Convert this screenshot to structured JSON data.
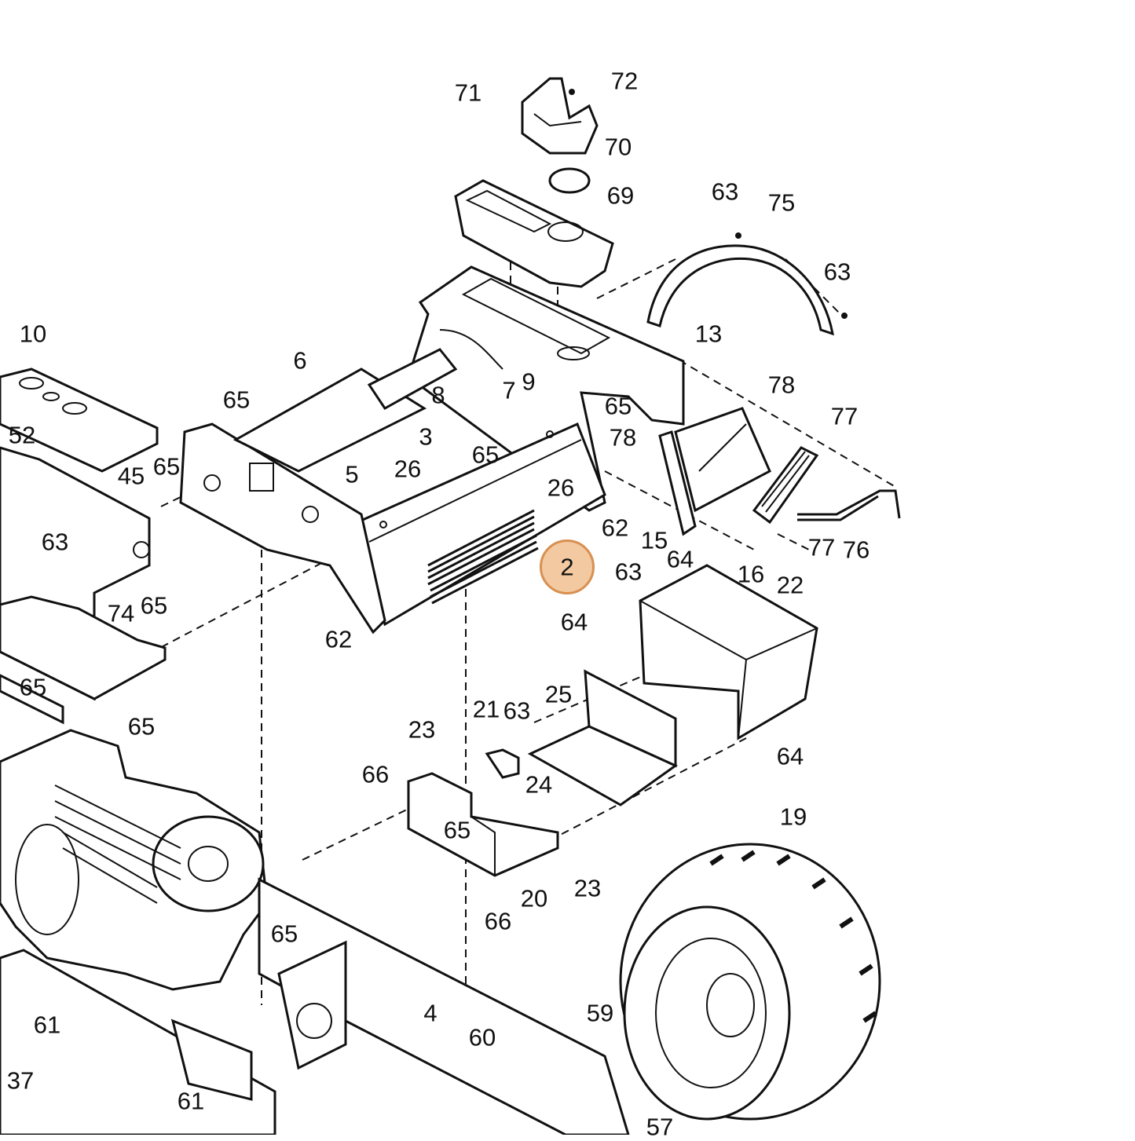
{
  "highlight": {
    "number": "2",
    "color": "#f2c9a0",
    "border": "#d89050"
  },
  "callouts": [
    {
      "id": "c71",
      "text": "71"
    },
    {
      "id": "c72",
      "text": "72"
    },
    {
      "id": "c70",
      "text": "70"
    },
    {
      "id": "c69",
      "text": "69"
    },
    {
      "id": "c63a",
      "text": "63"
    },
    {
      "id": "c75",
      "text": "75"
    },
    {
      "id": "c63b",
      "text": "63"
    },
    {
      "id": "c13",
      "text": "13"
    },
    {
      "id": "c10",
      "text": "10"
    },
    {
      "id": "c6",
      "text": "6"
    },
    {
      "id": "c8",
      "text": "8"
    },
    {
      "id": "c7",
      "text": "7"
    },
    {
      "id": "c9",
      "text": "9"
    },
    {
      "id": "c78a",
      "text": "78"
    },
    {
      "id": "c65a",
      "text": "65"
    },
    {
      "id": "c77a",
      "text": "77"
    },
    {
      "id": "c52",
      "text": "52"
    },
    {
      "id": "c65b",
      "text": "65"
    },
    {
      "id": "c3",
      "text": "3"
    },
    {
      "id": "c65c",
      "text": "65"
    },
    {
      "id": "c78b",
      "text": "78"
    },
    {
      "id": "c65d",
      "text": "65"
    },
    {
      "id": "c45",
      "text": "45"
    },
    {
      "id": "c5",
      "text": "5"
    },
    {
      "id": "c26a",
      "text": "26"
    },
    {
      "id": "c26b",
      "text": "26"
    },
    {
      "id": "c63c",
      "text": "63"
    },
    {
      "id": "c62a",
      "text": "62"
    },
    {
      "id": "c15",
      "text": "15"
    },
    {
      "id": "c64a",
      "text": "64"
    },
    {
      "id": "c77b",
      "text": "77"
    },
    {
      "id": "c76",
      "text": "76"
    },
    {
      "id": "c16",
      "text": "16"
    },
    {
      "id": "c22",
      "text": "22"
    },
    {
      "id": "c63d",
      "text": "63"
    },
    {
      "id": "c74",
      "text": "74"
    },
    {
      "id": "c65e",
      "text": "65"
    },
    {
      "id": "c64b",
      "text": "64"
    },
    {
      "id": "c62b",
      "text": "62"
    },
    {
      "id": "c65f",
      "text": "65"
    },
    {
      "id": "c65g",
      "text": "65"
    },
    {
      "id": "c25",
      "text": "25"
    },
    {
      "id": "c21",
      "text": "21"
    },
    {
      "id": "c63e",
      "text": "63"
    },
    {
      "id": "c23a",
      "text": "23"
    },
    {
      "id": "c64c",
      "text": "64"
    },
    {
      "id": "c66a",
      "text": "66"
    },
    {
      "id": "c24",
      "text": "24"
    },
    {
      "id": "c65h",
      "text": "65"
    },
    {
      "id": "c19",
      "text": "19"
    },
    {
      "id": "c20",
      "text": "20"
    },
    {
      "id": "c23b",
      "text": "23"
    },
    {
      "id": "c66b",
      "text": "66"
    },
    {
      "id": "c65i",
      "text": "65"
    },
    {
      "id": "c4",
      "text": "4"
    },
    {
      "id": "c59",
      "text": "59"
    },
    {
      "id": "c60",
      "text": "60"
    },
    {
      "id": "c61a",
      "text": "61"
    },
    {
      "id": "c37",
      "text": "37"
    },
    {
      "id": "c61b",
      "text": "61"
    },
    {
      "id": "c57",
      "text": "57"
    }
  ]
}
